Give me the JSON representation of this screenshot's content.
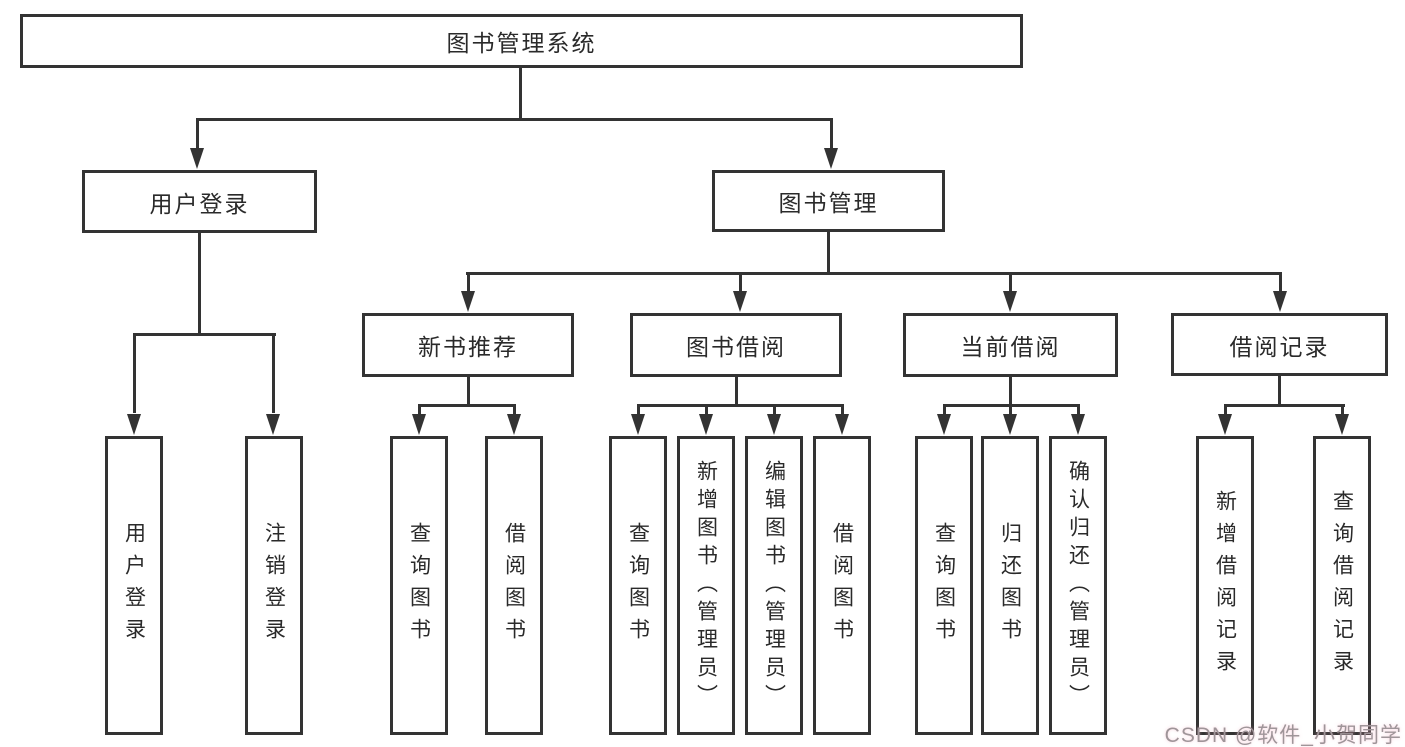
{
  "tree": {
    "root": {
      "label": "图书管理系统"
    },
    "branches": [
      {
        "label": "用户登录",
        "children": [
          {
            "label": "用户登录"
          },
          {
            "label": "注销登录"
          }
        ]
      },
      {
        "label": "图书管理",
        "children": [
          {
            "label": "新书推荐",
            "children": [
              {
                "label": "查询图书"
              },
              {
                "label": "借阅图书"
              }
            ]
          },
          {
            "label": "图书借阅",
            "children": [
              {
                "label": "查询图书"
              },
              {
                "label": "新增图书（管理员）"
              },
              {
                "label": "编辑图书（管理员）"
              },
              {
                "label": "借阅图书"
              }
            ]
          },
          {
            "label": "当前借阅",
            "children": [
              {
                "label": "查询图书"
              },
              {
                "label": "归还图书"
              },
              {
                "label": "确认归还（管理员）"
              }
            ]
          },
          {
            "label": "借阅记录",
            "children": [
              {
                "label": "新增借阅记录"
              },
              {
                "label": "查询借阅记录"
              }
            ]
          }
        ]
      }
    ]
  },
  "watermark": {
    "text": "CSDN @软件_小贺同学",
    "color": "#9f9599"
  },
  "colors": {
    "line": "#333333",
    "box_border": "#333333",
    "background": "#ffffff",
    "text": "#2a2a2a"
  }
}
